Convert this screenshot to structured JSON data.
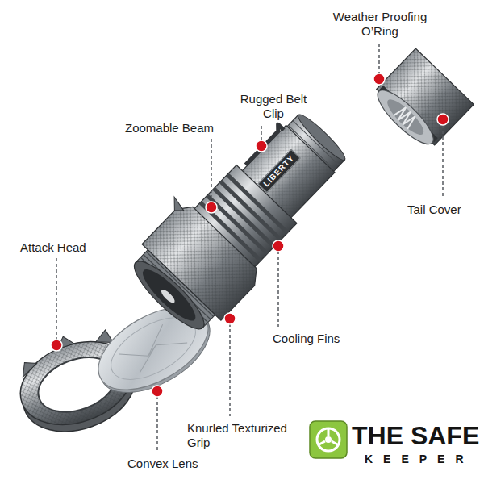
{
  "diagram": {
    "labels": [
      "Weather Proofing O’Ring",
      "Rugged Belt Clip",
      "Zoomable Beam",
      "Tail Cover",
      "LIBERTY",
      "Attack Head",
      "Cooling Fins",
      "Knurled Texturized Grip",
      "Convex Lens",
      "THE SAFE",
      "KEEPER"
    ]
  }
}
